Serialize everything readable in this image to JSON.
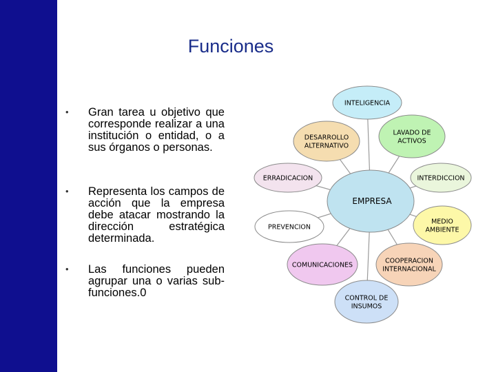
{
  "slide": {
    "title": "Funciones",
    "bullets": [
      "Gran tarea u objetivo que corresponde realizar a una institución o entidad, o a sus órganos o personas.",
      "Representa los campos de acción que la empresa debe atacar mostrando la dirección estratégica determinada.",
      "Las funciones pueden agrupar una o varias sub-funciones.0"
    ],
    "bullet_symbol": "•"
  },
  "diagram": {
    "center": {
      "label": "EMPRESA",
      "color": "#bfe3f0"
    },
    "nodes": [
      {
        "id": "inteligencia",
        "lines": [
          "INTELIGENCIA"
        ],
        "color": "#c5edf8"
      },
      {
        "id": "lavado",
        "lines": [
          "LAVADO DE",
          "ACTIVOS"
        ],
        "color": "#bff3b3"
      },
      {
        "id": "interdiccion",
        "lines": [
          "INTERDICCION"
        ],
        "color": "#eaf6dc"
      },
      {
        "id": "medio",
        "lines": [
          "MEDIO",
          "AMBIENTE"
        ],
        "color": "#fdf8a8"
      },
      {
        "id": "cooperacion",
        "lines": [
          "COOPERACION",
          "INTERNACIONAL"
        ],
        "color": "#f7d4b8"
      },
      {
        "id": "control",
        "lines": [
          "CONTROL DE",
          "INSUMOS"
        ],
        "color": "#cde0f7"
      },
      {
        "id": "comunicaciones",
        "lines": [
          "COMUNICACIONES"
        ],
        "color": "#f0c8ef"
      },
      {
        "id": "prevencion",
        "lines": [
          "PREVENCION"
        ],
        "color": "#ffffff"
      },
      {
        "id": "erradicacion",
        "lines": [
          "ERRADICACION"
        ],
        "color": "#f3e3ee"
      },
      {
        "id": "desarrollo",
        "lines": [
          "DESARROLLO",
          "ALTERNATIVO"
        ],
        "color": "#f5ddb0"
      }
    ]
  }
}
